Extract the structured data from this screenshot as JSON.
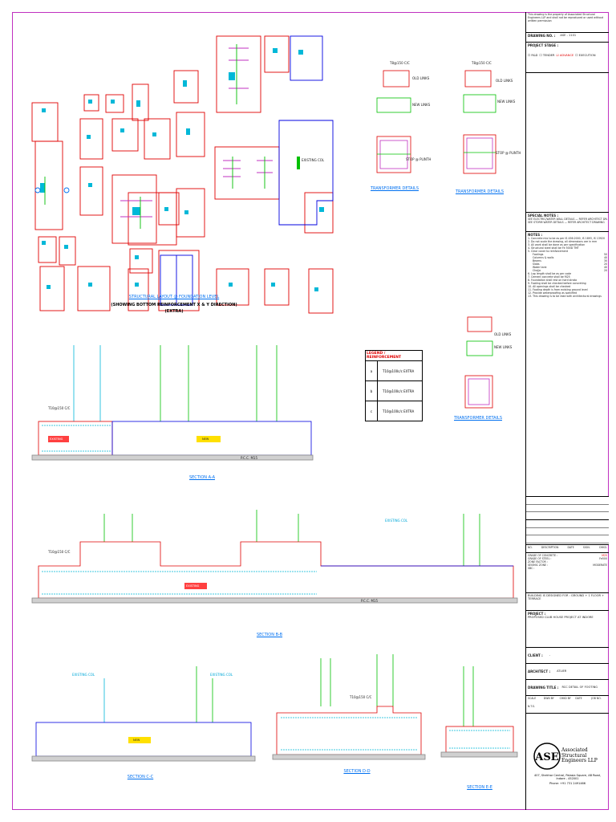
{
  "title_block": {
    "disclaimer": "This drawing is the property of Associated Structural Engineers LLP and shall not be reproduced or used without written permission",
    "drawing_no_label": "DRAWING NO. :",
    "drawing_no": "ASE - 1101",
    "project_stage_label": "PROJECT STAGE :",
    "stages": [
      "R&D",
      "TENDER",
      "ADVANCE",
      "EXECUTION"
    ],
    "special_notes_label": "SPECIAL NOTES :",
    "special_notes": [
      "SEE ELECTRIC/WATER WALL DETAILS — REFER ARCHITECT DRAWING",
      "SEE STORM WATER DETAILS — REFER ARCHITECT DRAWING"
    ],
    "notes_label": "NOTES :",
    "notes": [
      "1. Concrete mix to be as per IS 456:2000, IS 1893, IS 13920",
      "2. Do not scale the drawing, all dimensions are in mm",
      "3. All work shall be done as per specification",
      "4. Structural steel shall be Fe 500D TMT",
      "5. Clear cover to reinforcement",
      "6. Lap length shall be as per code",
      "7. Cement concrete shall be M25",
      "8. Foundation shall rest on hard strata",
      "9. Footing shall be checked before concreting",
      "10. All openings shall be checked",
      "11. Footing depth is from existing ground level",
      "12. Provide waterproofing as specified",
      "13. This drawing is to be read with architectural drawings"
    ],
    "cover_table": [
      [
        "Footings",
        "50"
      ],
      [
        "Columns & walls",
        "40"
      ],
      [
        "Beams",
        "30"
      ],
      [
        "Slabs",
        "20"
      ],
      [
        "Water tank",
        "40"
      ],
      [
        "Chajja",
        "20"
      ]
    ],
    "revision_headers": [
      "NO.",
      "DESCRIPTION",
      "DATE",
      "SIGN.",
      "CHKD."
    ],
    "grade_rows": [
      [
        "GRADE OF CONCRETE :",
        "M25"
      ],
      [
        "GRADE OF STEEL :",
        "Fe500"
      ],
      [
        "ZONE FACTOR :",
        ""
      ],
      [
        "SEISMIC ZONE :",
        "MODERATE"
      ],
      [
        "SBC :",
        ""
      ]
    ],
    "building_designed": "BUILDING IS DESIGNED FOR : GROUND + 1 FLOOR + TERRACE",
    "project_label": "PROJECT :",
    "project": "PROPOSED CLUB HOUSE PROJECT AT INDORE",
    "client_label": "CLIENT :",
    "client": "-",
    "architect_label": "ARCHITECT :",
    "architect": "ATLIER",
    "drawing_title_label": "DRAWING TITLE :",
    "drawing_title": "RCC DETAIL OF FOOTING",
    "meta_headers": [
      "SCALE",
      "DWN BY",
      "CHKD BY",
      "DATE",
      "JOB NO."
    ],
    "meta_values": [
      "N.T.S.",
      "",
      "",
      "",
      ""
    ],
    "company": "Associated Structural Engineers LLP",
    "address": "407, Shekhar Central, Palasia Square, AB Road, Indore - 452001",
    "contact": "Phone: +91 731 2491466",
    "logo_text": "ASE"
  },
  "plan": {
    "caption_1": "STRUCTURAL LAYOUT @ FOUNDATION LEVEL",
    "caption_2": "(SHOWING BOTTOM REINFORCEMENT X & Y DIRECTION)",
    "caption_3": "(EXTRA)"
  },
  "details": {
    "detail_1": "TRANSFORMER DETAILS",
    "detail_2": "TRANSFORMER DETAILS",
    "detail_3": "TRANSFORMER DETAILS",
    "old_label": "OLD LINKS",
    "new_label": "NEW LINKS",
    "bar_label": "T8@150 C/C",
    "stop_label": "STOP @ PLINTH",
    "existing_col": "EXISTING COL"
  },
  "legend": {
    "title": "LEGEND / REINFORCEMENT",
    "rows": [
      {
        "key": "a",
        "value": "T10@100c/c EXTRA"
      },
      {
        "key": "b",
        "value": "T10@100c/c EXTRA"
      },
      {
        "key": "c",
        "value": "T10@100c/c EXTRA"
      }
    ]
  },
  "sections": {
    "aa": "SECTION A-A",
    "bb": "SECTION B-B",
    "cc": "SECTION C-C",
    "dd": "SECTION D-D",
    "ee": "SECTION E-E",
    "existing": "EXISTING",
    "new_tag": "NEW",
    "pcc": "P.C.C. M15",
    "bar_note": "T10@150 C/C",
    "existing_col": "EXISTING COL"
  },
  "colors": {
    "border": "#c030c0",
    "footing": "#e00000",
    "column": "#0000e0",
    "rebar_green": "#00c000",
    "rebar_cyan": "#00b8d8",
    "existing_fill": "#ff4040",
    "new_fill": "#ffe000"
  }
}
